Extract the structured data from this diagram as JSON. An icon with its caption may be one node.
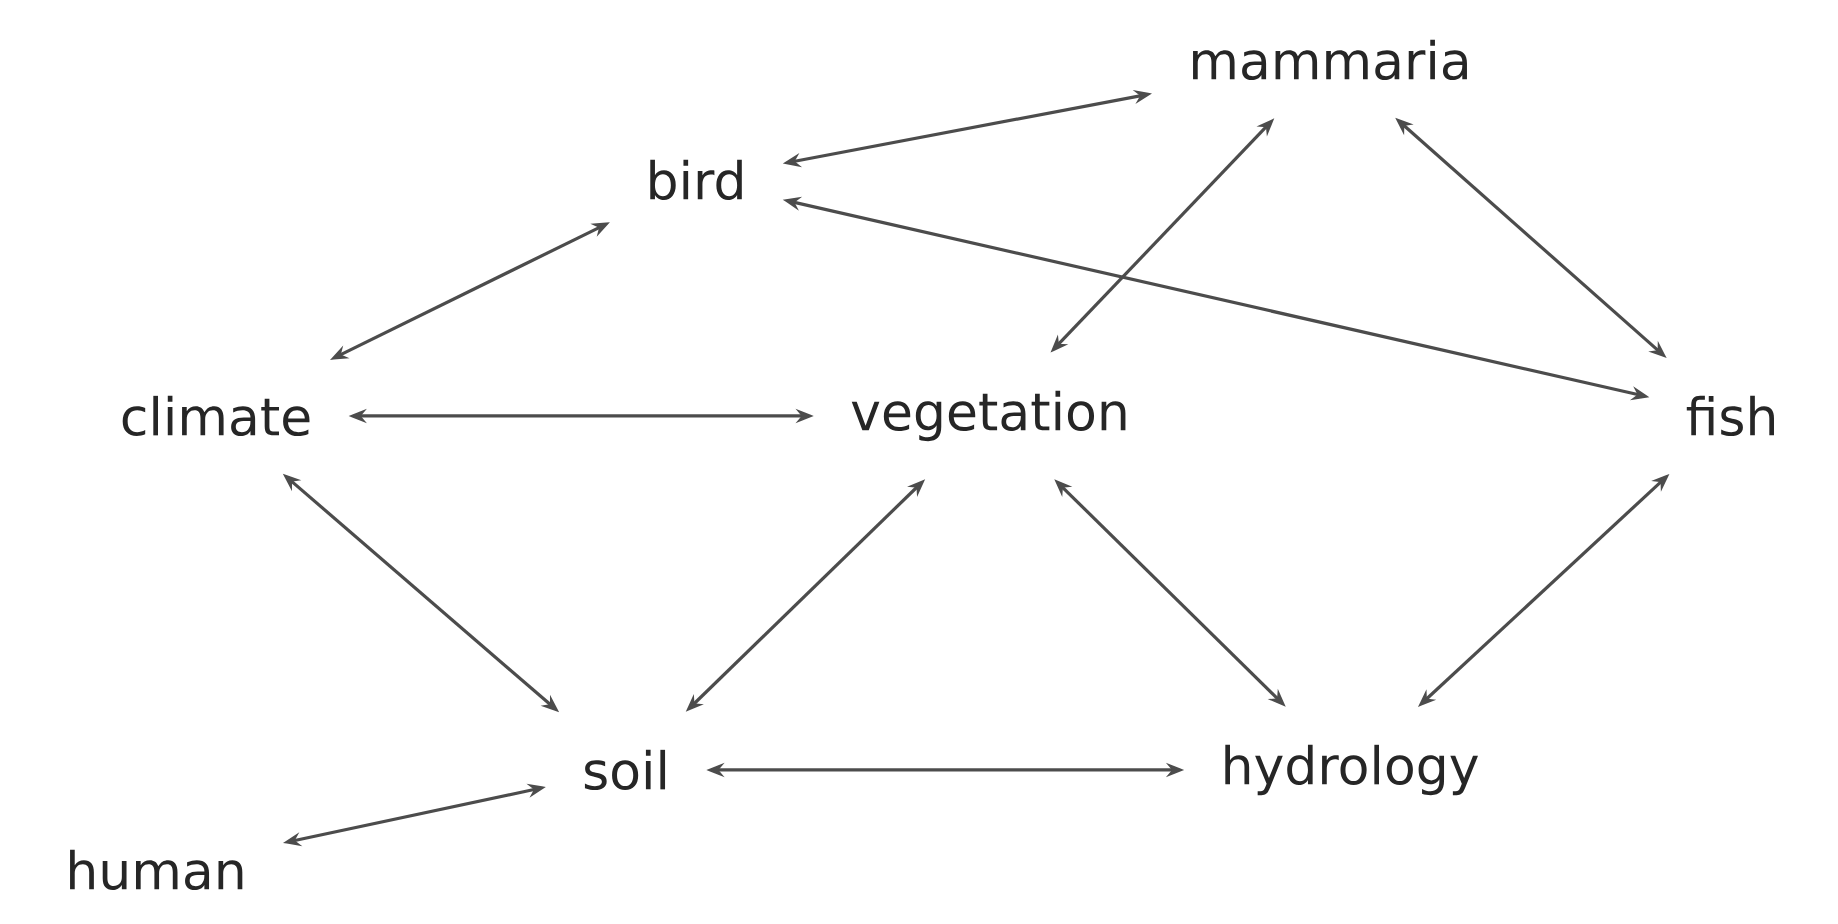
{
  "diagram": {
    "nodes": [
      {
        "text": [
          "mammaria"
        ]
      },
      {
        "text": [
          "bird"
        ]
      },
      {
        "text": [
          "climate"
        ]
      },
      {
        "text": [
          "vegetation"
        ]
      },
      {
        "text": [
          "fish"
        ]
      },
      {
        "text": [
          "soil"
        ]
      },
      {
        "text": [
          "hydrology"
        ]
      },
      {
        "text": [
          "human"
        ]
      }
    ],
    "edges": [
      {
        "from": 1,
        "to": 0,
        "arrow": "both"
      },
      {
        "from": 1,
        "to": 2,
        "arrow": "both"
      },
      {
        "from": 1,
        "to": 4,
        "arrow": "both"
      },
      {
        "from": 0,
        "to": 3,
        "arrow": "both"
      },
      {
        "from": 0,
        "to": 4,
        "arrow": "both"
      },
      {
        "from": 2,
        "to": 3,
        "arrow": "both"
      },
      {
        "from": 2,
        "to": 5,
        "arrow": "both"
      },
      {
        "from": 3,
        "to": 5,
        "arrow": "both"
      },
      {
        "from": 3,
        "to": 6,
        "arrow": "both"
      },
      {
        "from": 4,
        "to": 6,
        "arrow": "both"
      },
      {
        "from": 5,
        "to": 6,
        "arrow": "both"
      },
      {
        "from": 7,
        "to": 5,
        "arrow": "both"
      }
    ]
  }
}
